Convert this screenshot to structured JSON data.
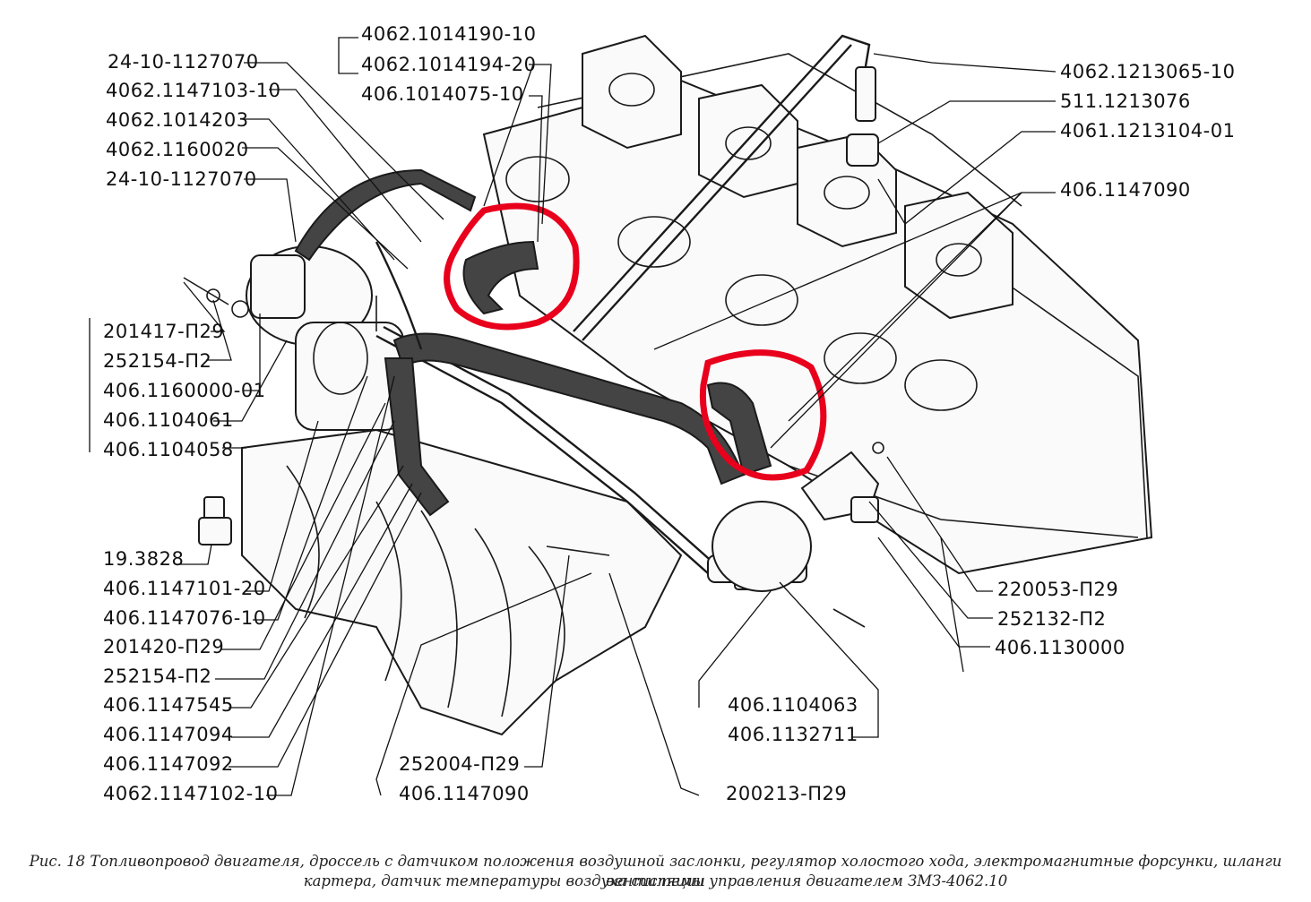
{
  "labels": {
    "l01": "4062.1014190-10",
    "l02": "4062.1014194-20",
    "l03": "406.1014075-10",
    "l04": "24-10-1127070",
    "l05": "4062.1147103-10",
    "l06": "4062.1014203",
    "l07": "4062.1160020",
    "l08": "24-10-1127070",
    "l09": "201417-П29",
    "l10": "252154-П2",
    "l11": "406.1160000-01",
    "l12": "406.1104061",
    "l13": "406.1104058",
    "l14": "19.3828",
    "l15": "406.1147101-20",
    "l16": "406.1147076-10",
    "l17": "201420-П29",
    "l18": "252154-П2",
    "l19": "406.1147545",
    "l20": "406.1147094",
    "l21": "406.1147092",
    "l22": "4062.1147102-10",
    "l23": "252004-П29",
    "l24": "406.1147090",
    "l25": "200213-П29",
    "l26": "406.1104063",
    "l27": "406.1132711",
    "l28": "4062.1213065-10",
    "l29": "511.1213076",
    "l30": "4061.1213104-01",
    "l31": "406.1147090",
    "l32": "220053-П29",
    "l33": "252132-П2",
    "l34": "406.1130000"
  },
  "caption": {
    "line1": "Рис. 18   Топливопровод двигателя, дроссель с датчиком положения воздушной заслонки, регулятор холостого хода, электромагнитные форсунки, шланги вентиляции",
    "line2": "картера, датчик температуры воздуха системы управления двигателем ЗМЗ-4062.10"
  },
  "colors": {
    "highlight": "#e8001c",
    "ink": "#111111"
  }
}
